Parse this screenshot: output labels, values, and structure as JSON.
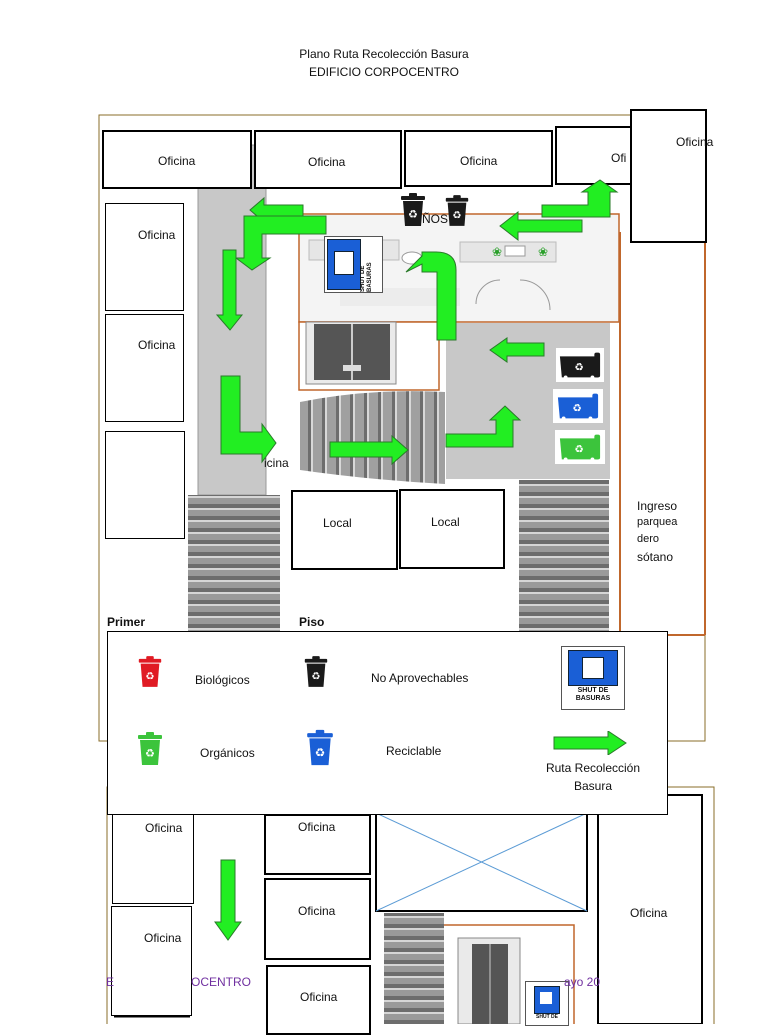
{
  "header": {
    "title": "Plano Ruta Recolección Basura",
    "building": "EDIFICIO CORPOCENTRO"
  },
  "rooms": {
    "office": "Oficina",
    "office_partial": "Ofi",
    "office_cut": "icina",
    "local": "Local",
    "bath_sign": "ÑOS"
  },
  "parking": {
    "line1": "Ingreso",
    "line2": "parquea",
    "line3": "dero",
    "line4": "sótano"
  },
  "floor_label": {
    "left": "Primer",
    "right": "Piso"
  },
  "chute_sign": {
    "line1": "SHUT DE",
    "line2": "BASURAS"
  },
  "legend": {
    "biologicos": "Biológicos",
    "no_aprovechables": "No Aprovechables",
    "organicos": "Orgánicos",
    "reciclable": "Reciclable",
    "ruta_line1": "Ruta Recolección",
    "ruta_line2": "Basura"
  },
  "footer": {
    "left": "E",
    "mid": "OCENTRO",
    "right": "ayo 20"
  },
  "colors": {
    "route_arrow": "#22ee22",
    "corridor": "#c8c8c8",
    "bin_red": "#e01b24",
    "bin_black": "#1a1a1a",
    "bin_green": "#3cc43c",
    "bin_blue": "#1a5fd6",
    "wall_brown": "#c0672c"
  },
  "icons": [
    "recycle-bin-icon",
    "trash-chute-icon",
    "stairs-icon",
    "elevator-icon",
    "route-arrow-icon"
  ]
}
